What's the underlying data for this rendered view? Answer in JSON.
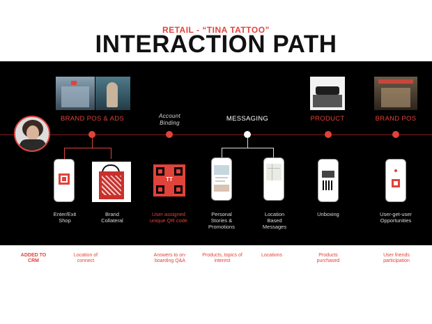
{
  "header": {
    "subtitle": "RETAIL - “TINA TATTOO”",
    "title": "INTERACTION PATH"
  },
  "stages": {
    "brand_pos_ads": "BRAND POS & ADS",
    "account_binding": "Account Binding",
    "messaging": "MESSAGING",
    "product": "PRODUCT",
    "brand_pos": "BRAND POS"
  },
  "captions": {
    "enter_exit": "Enter/Exit Shop",
    "brand_collateral": "Brand Collateral",
    "qr": "User assigned unique QR code",
    "personal": "Personal Stories & Promotions",
    "location_msgs": "Location Based Messages",
    "unboxing": "Unboxing",
    "user_get_user": "User-get-user Opportunities"
  },
  "qr_badge": "TT",
  "footer": {
    "added": "ADDED TO CRM",
    "location_connect": "Location of connect",
    "answers": "Answers to on-boarding Q&A",
    "products_topics": "Products, topics of interest",
    "locations": "Locations",
    "products_purchased": "Products purchased",
    "user_friends": "User friends participation"
  }
}
